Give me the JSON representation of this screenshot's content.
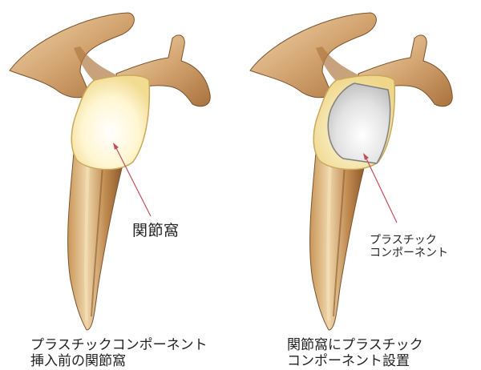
{
  "colors": {
    "bone_light": "#ecd2a6",
    "bone_mid": "#cfa06a",
    "bone_dark": "#9a6632",
    "bone_outline": "#7a5330",
    "glenoid_fill": "#fff8d8",
    "glenoid_rim": "#e8cf7a",
    "implant_fill": "#e4e4e4",
    "implant_rim": "#8a8a8a",
    "pointer_line": "#c0505a"
  },
  "panels": [
    {
      "id": "before",
      "callout": "関節窩",
      "caption_lines": [
        "プラスチックコンポーネント",
        "挿入前の関節窩"
      ]
    },
    {
      "id": "after",
      "callout_lines": [
        "プラスチック",
        "コンポーネント"
      ],
      "caption_lines": [
        "関節窩にプラスチック",
        "コンポーネント設置"
      ]
    }
  ]
}
